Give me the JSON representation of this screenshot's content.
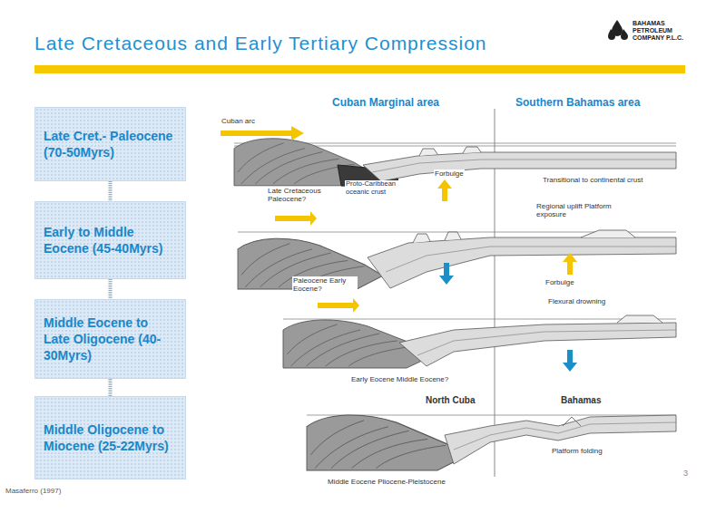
{
  "diagram": {
    "title": "Late Cretaceous and Early Tertiary Compression",
    "nodes": [
      {
        "text": [
          "Late Cret.- Paleocene (70-50Myrs)"
        ]
      },
      {
        "text": [
          "Early to Middle Eocene (45-40Myrs)"
        ]
      },
      {
        "text": [
          "Middle Eocene to Late Oligocene (40-30Myrs)"
        ]
      },
      {
        "text": [
          "Middle Oligocene to Miocene (25-22Myrs)"
        ]
      }
    ],
    "edges": [
      {
        "from": 0,
        "to": 1,
        "arrow": "none"
      },
      {
        "from": 1,
        "to": 2,
        "arrow": "none"
      },
      {
        "from": 2,
        "to": 3,
        "arrow": "none"
      }
    ],
    "labels": [
      "Cuban Marginal area",
      "Southern Bahamas area",
      "Cuban arc",
      "Forbulge",
      "Proto-Caribbean oceanic crust",
      "Late Cretaceous Paleocene?",
      "Transitional to continental crust",
      "Regional uplift Platform exposure",
      "Paleocene Early Eocene?",
      "Forbulge",
      "Flexural drowning",
      "Early Eocene Middle Eocene?",
      "North Cuba",
      "Bahamas",
      "Platform folding",
      "Middle Eocene Pliocene-Pleistocene",
      "3",
      "Masaferro (1997)",
      "BAHAMAS PETROLEUM COMPANY P.L.C."
    ]
  }
}
